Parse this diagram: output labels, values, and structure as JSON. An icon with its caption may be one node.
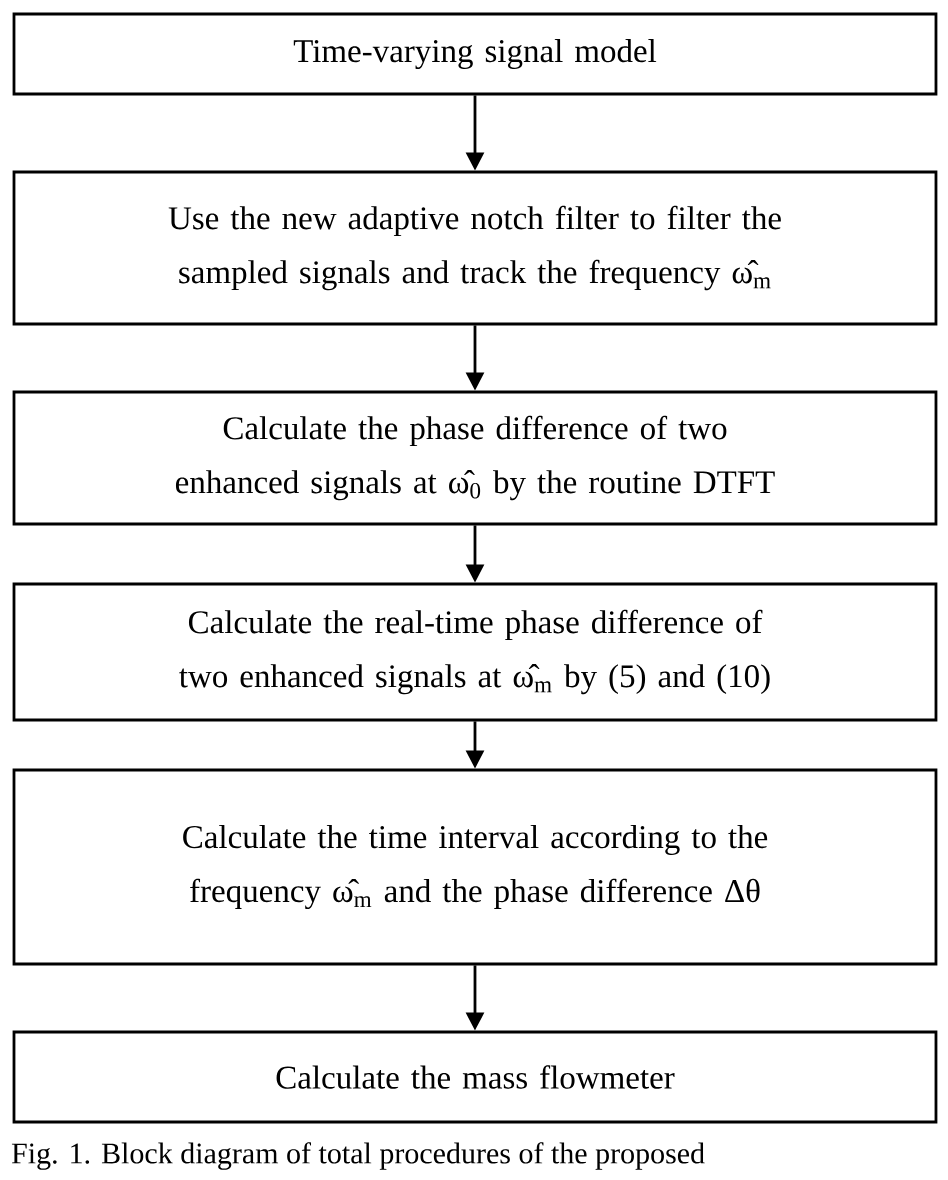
{
  "diagram": {
    "caption": "Fig. 1. Block diagram of total procedures of the proposed",
    "nodes": [
      {
        "text": [
          "Time-varying signal model"
        ]
      },
      {
        "text": [
          "Use the new adaptive notch filter to filter the sampled signals and track the frequency ω̂$_{m}$"
        ]
      },
      {
        "text": [
          "Calculate the phase difference of two enhanced signals at ω̂$_{0}$ by the routine DTFT"
        ]
      },
      {
        "text": [
          "Calculate the real-time phase difference of two enhanced signals at ω̂$_{m}$ by (5) and (10)"
        ]
      },
      {
        "text": [
          "Calculate the time interval according to the frequency ω̂$_{m}$ and the phase difference Δθ"
        ]
      },
      {
        "text": [
          "Calculate the mass flowmeter"
        ]
      }
    ],
    "edges": [
      {
        "from": 0,
        "to": 1,
        "arrow": "to"
      },
      {
        "from": 1,
        "to": 2,
        "arrow": "to"
      },
      {
        "from": 2,
        "to": 3,
        "arrow": "to"
      },
      {
        "from": 3,
        "to": 4,
        "arrow": "to"
      },
      {
        "from": 4,
        "to": 5,
        "arrow": "to"
      }
    ]
  }
}
